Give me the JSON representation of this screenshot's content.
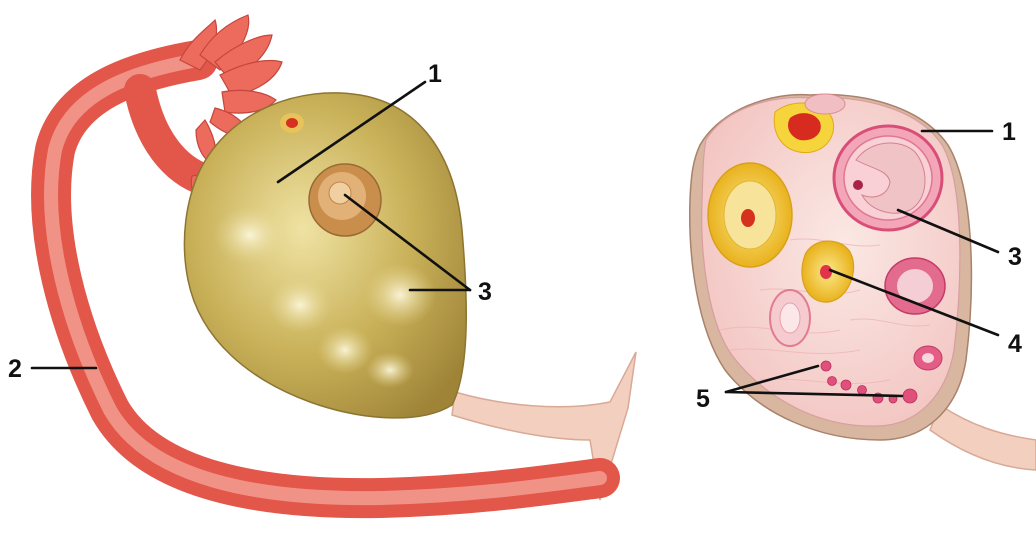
{
  "labels": {
    "left_1": "1",
    "left_2": "2",
    "left_3": "3",
    "right_1": "1",
    "right_3": "3",
    "right_4": "4",
    "right_5": "5"
  },
  "colors": {
    "tube": "#e8564a",
    "tube_light": "#f7a99c",
    "ovary": "#c7ad55",
    "ovary_light": "#efe3a3",
    "section_bg": "#f8d9d6",
    "capsule": "#d9b7a2",
    "follicle_yellow": "#f1d63a",
    "follicle_pink": "#dd4b7e",
    "label_ink": "#111111"
  },
  "icons": {
    "left_figure": "ovary-with-uterine-tube-illustration",
    "right_figure": "ovary-cross-section-illustration"
  }
}
